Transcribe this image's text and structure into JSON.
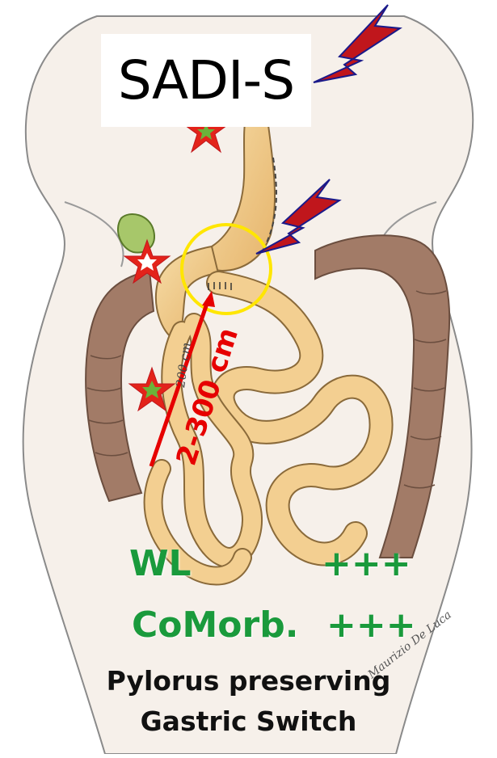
{
  "title": "SADI-S",
  "limb_length_label": "2-300 cm",
  "handwritten_length": "200 cm",
  "artist_signature": "Maurizio De Luca",
  "outcomes": {
    "wl_label": "WL",
    "wl_value": "+++",
    "comorb_label": "CoMorb.",
    "comorb_value": "+++"
  },
  "procedure_line1": "Pylorus preserving",
  "procedure_line2": "Gastric Switch",
  "colors": {
    "title_bolt": "#c0161c",
    "star_fill": "#e3231a",
    "star_center_green": "#6bb33a",
    "outcome_green": "#1a9a3c",
    "highlight_circle": "#ffe600",
    "length_arrow": "#e60000",
    "colon": "#a27b67",
    "small_bowel": "#f3cf91"
  }
}
